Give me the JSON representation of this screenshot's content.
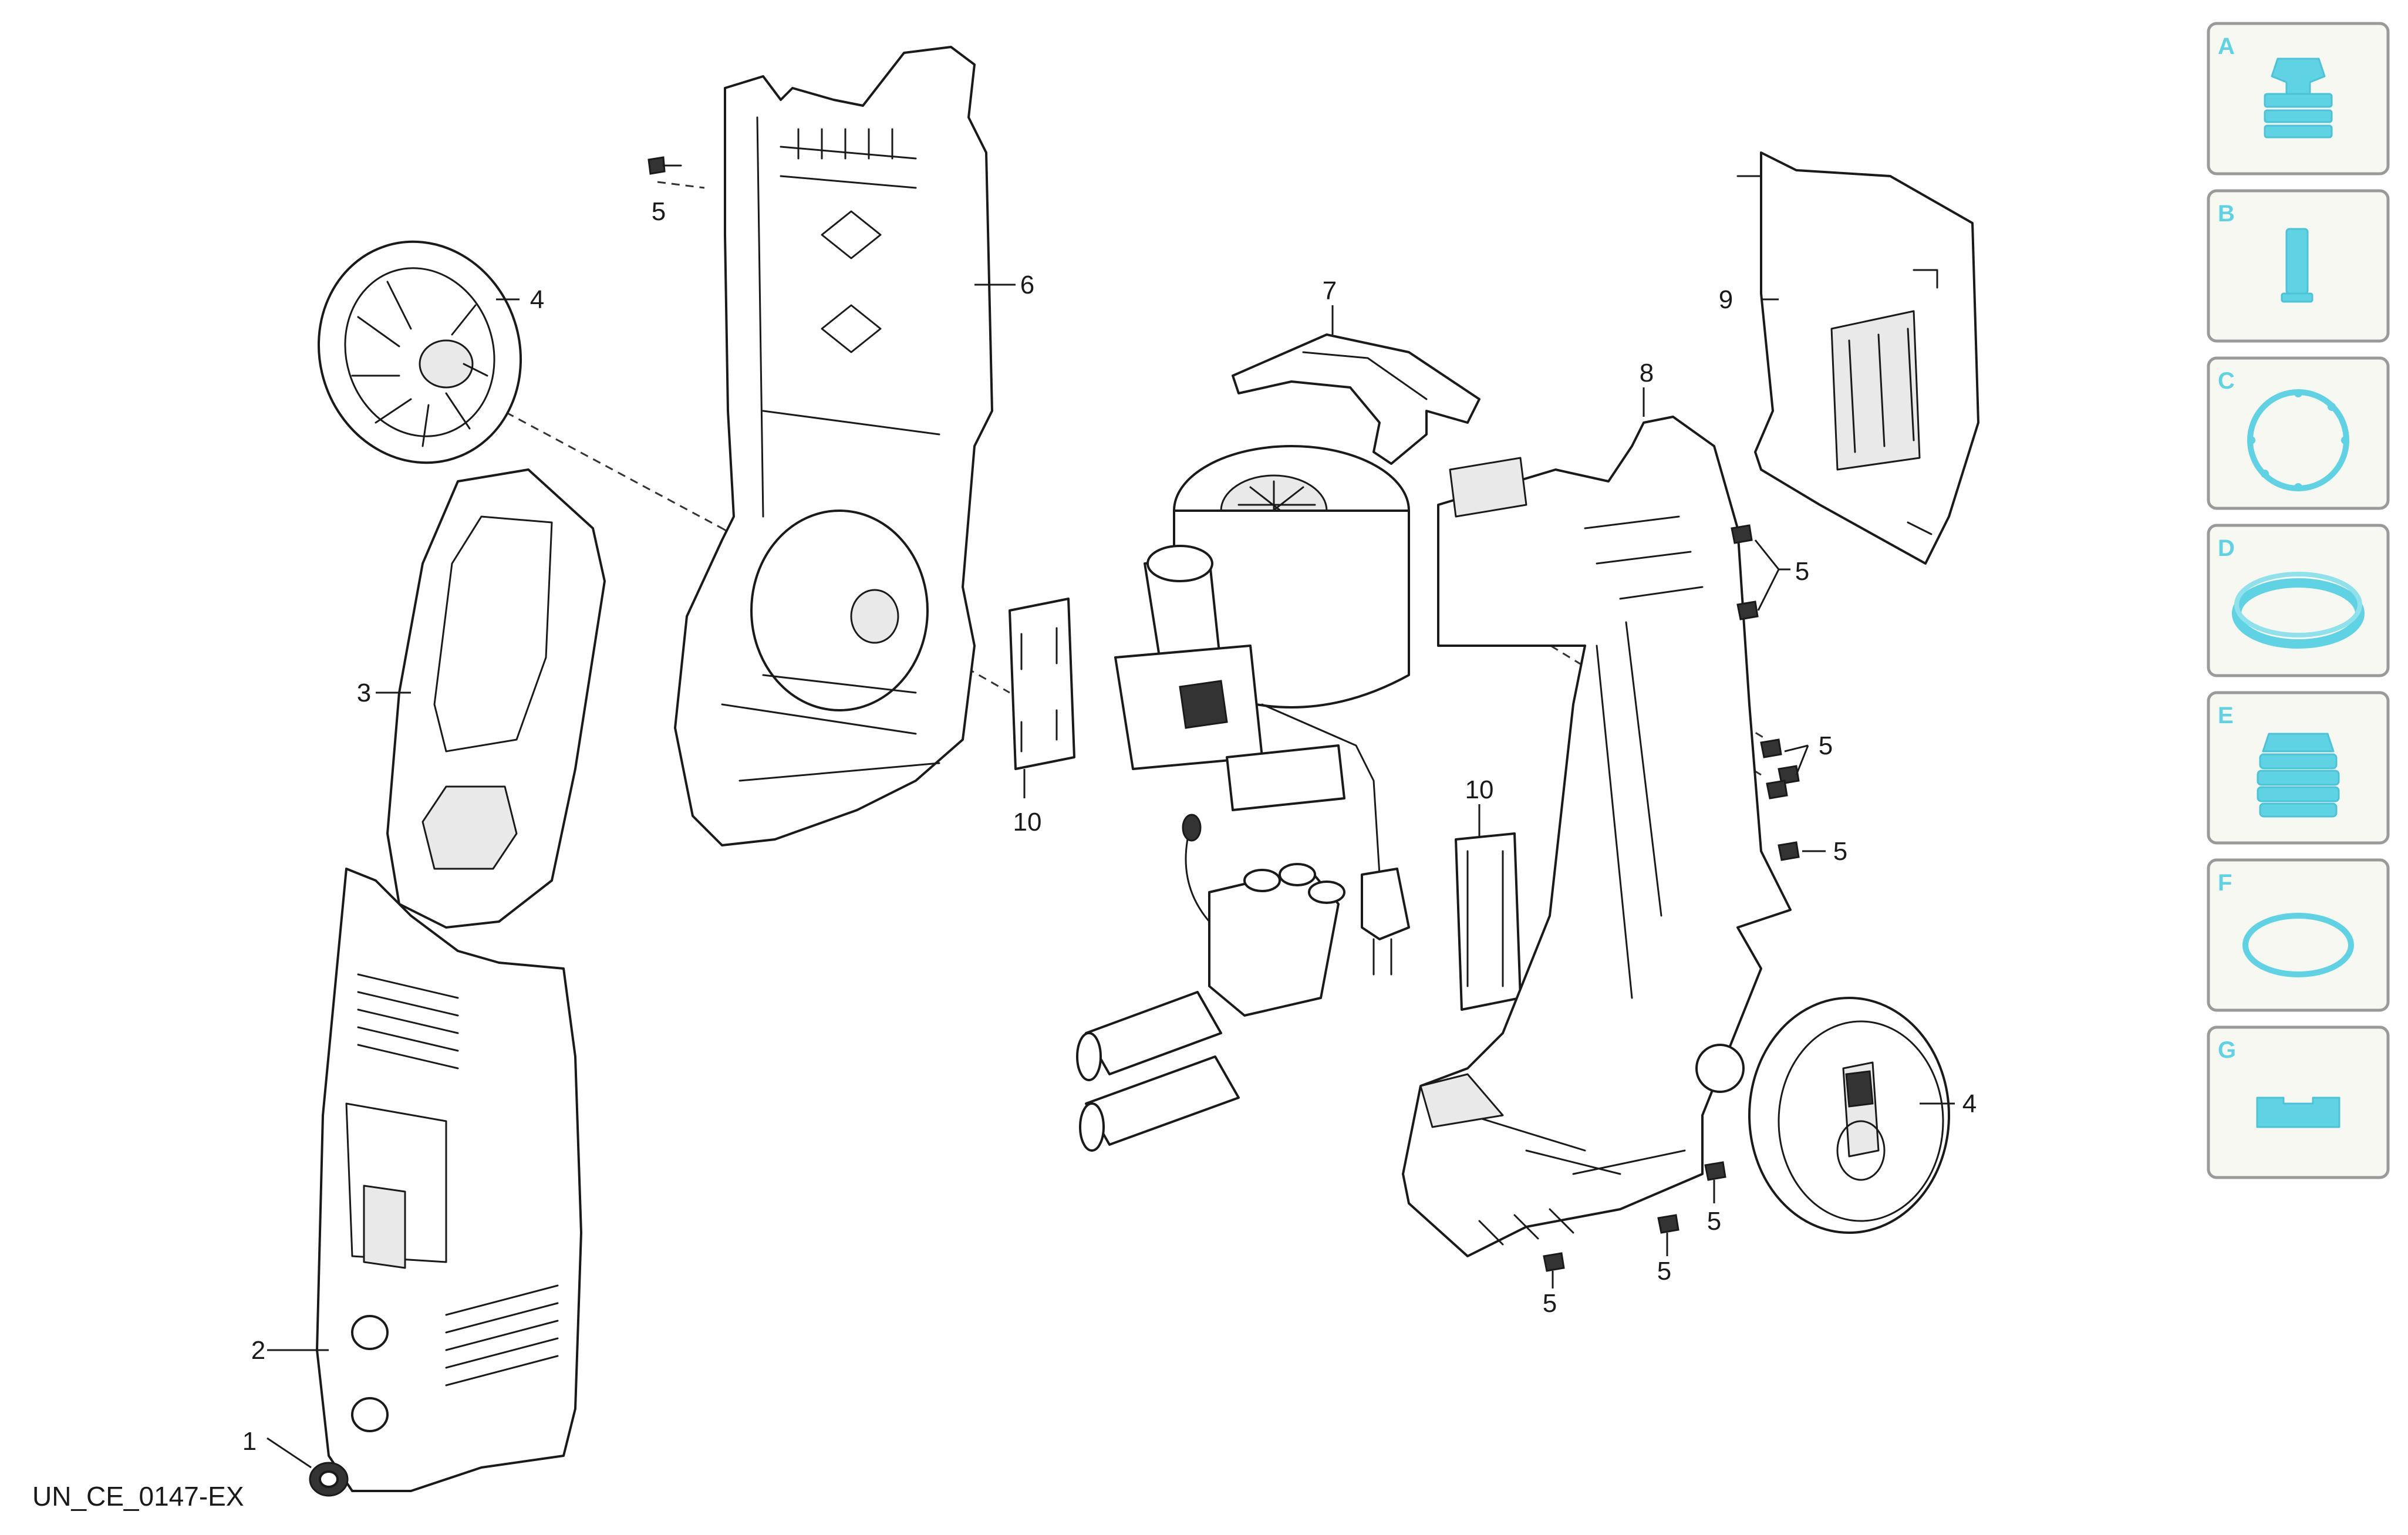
{
  "drawing_code": "UN_CE_0147-EX",
  "callouts": {
    "c1": "1",
    "c2": "2",
    "c3": "3",
    "c4_left": "4",
    "c4_right": "4",
    "c5_top_left": "5",
    "c5_right_a": "5",
    "c5_right_b": "5",
    "c5_right_c": "5",
    "c5_bottom_a": "5",
    "c5_bottom_b": "5",
    "c5_bottom_c": "5",
    "c6": "6",
    "c7": "7",
    "c8": "8",
    "c9": "9",
    "c10_left": "10",
    "c10_right": "10"
  },
  "legend": {
    "accent_color": "#5fd3e3",
    "items": [
      {
        "letter": "A",
        "icon": "nozzle-icon"
      },
      {
        "letter": "B",
        "icon": "filter-cartridge-icon"
      },
      {
        "letter": "C",
        "icon": "flange-gasket-icon"
      },
      {
        "letter": "D",
        "icon": "flat-seal-ring-icon"
      },
      {
        "letter": "E",
        "icon": "threaded-cap-icon"
      },
      {
        "letter": "F",
        "icon": "o-ring-icon"
      },
      {
        "letter": "G",
        "icon": "bracket-icon"
      }
    ]
  }
}
